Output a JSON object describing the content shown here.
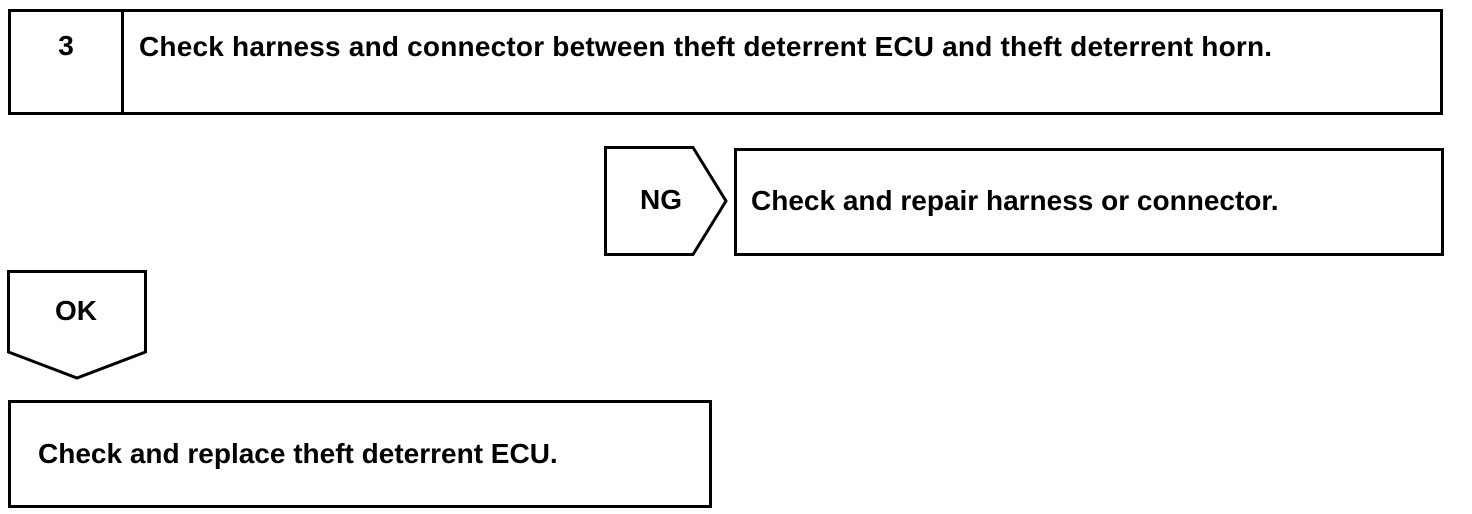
{
  "step": {
    "number": "3",
    "title": "Check harness and connector between theft deterrent ECU and theft deterrent horn."
  },
  "ng_branch": {
    "label": "NG",
    "action": "Check and repair harness or connector."
  },
  "ok_branch": {
    "label": "OK",
    "action": "Check and replace theft deterrent ECU."
  }
}
